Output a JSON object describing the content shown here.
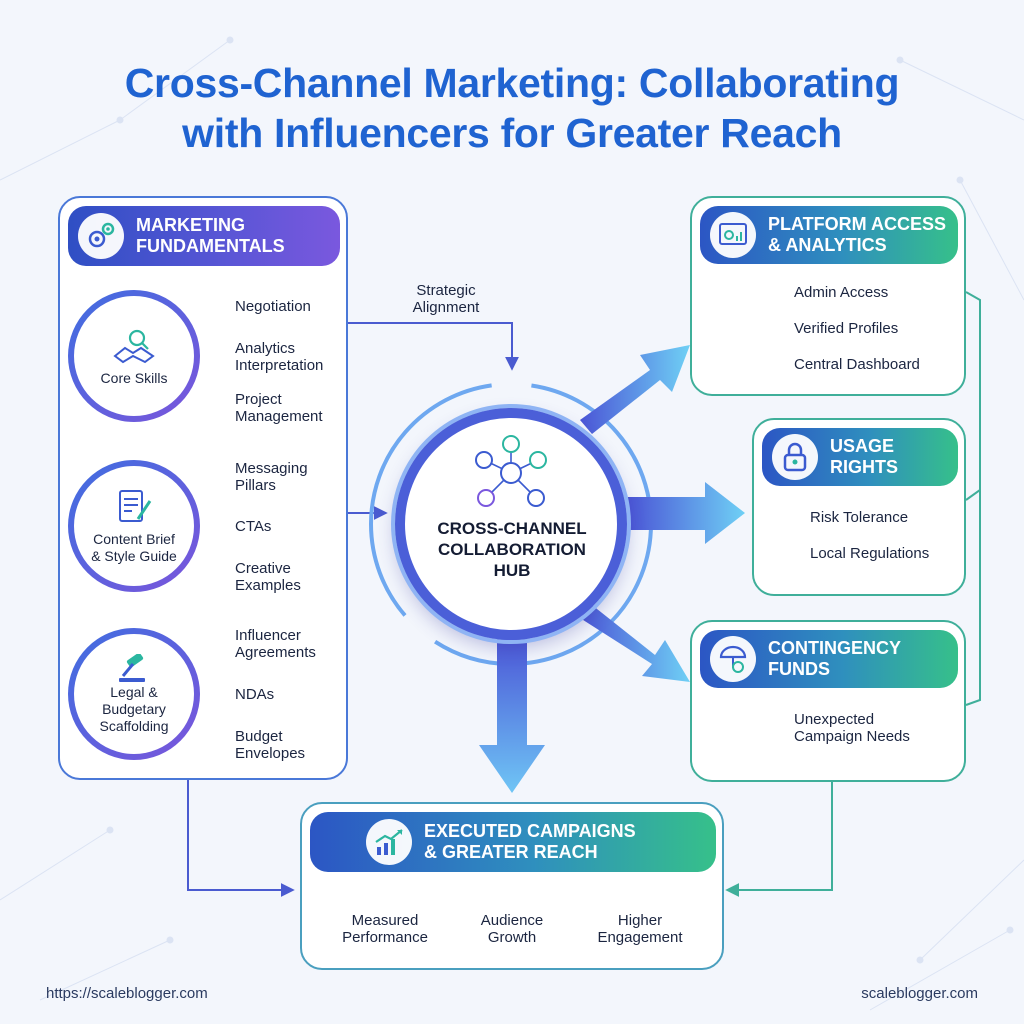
{
  "title": {
    "line1": "Cross-Channel Marketing: Collaborating",
    "line2": "with Influencers for Greater Reach"
  },
  "left_panel": {
    "header": {
      "line1": "MARKETING",
      "line2": "FUNDAMENTALS",
      "icon": "gears-icon"
    },
    "core_skills": {
      "label": "Core Skills",
      "icon": "handshake-search-icon",
      "items": [
        {
          "line1": "Negotiation",
          "line2": ""
        },
        {
          "line1": "Analytics",
          "line2": "Interpretation"
        },
        {
          "line1": "Project",
          "line2": "Management"
        }
      ]
    },
    "content_brief": {
      "label_line1": "Content Brief",
      "label_line2": "& Style Guide",
      "icon": "document-pen-icon",
      "items": [
        {
          "line1": "Messaging",
          "line2": "Pillars"
        },
        {
          "line1": "CTAs",
          "line2": ""
        },
        {
          "line1": "Creative",
          "line2": "Examples"
        }
      ]
    },
    "legal": {
      "label_line1": "Legal &",
      "label_line2": "Budgetary",
      "label_line3": "Scaffolding",
      "icon": "gavel-icon",
      "items": [
        {
          "line1": "Influencer",
          "line2": "Agreements"
        },
        {
          "line1": "NDAs",
          "line2": ""
        },
        {
          "line1": "Budget",
          "line2": "Envelopes"
        }
      ]
    }
  },
  "alignment_label": {
    "line1": "Strategic",
    "line2": "Alignment"
  },
  "hub": {
    "line1": "CROSS-CHANNEL",
    "line2": "COLLABORATION",
    "line3": "HUB",
    "icon": "social-network-icon"
  },
  "platform": {
    "header": {
      "line1": "PLATFORM ACCESS",
      "line2": "& ANALYTICS",
      "icon": "dashboard-icon"
    },
    "items": [
      "Admin Access",
      "Verified Profiles",
      "Central Dashboard"
    ]
  },
  "usage": {
    "header": {
      "line1": "USAGE",
      "line2": "RIGHTS",
      "icon": "lock-icon"
    },
    "items": [
      "Risk Tolerance",
      "Local Regulations"
    ]
  },
  "contingency": {
    "header": {
      "line1": "CONTINGENCY",
      "line2": "FUNDS",
      "icon": "umbrella-coins-icon"
    },
    "items": [
      {
        "line1": "Unexpected",
        "line2": "Campaign Needs"
      }
    ]
  },
  "executed": {
    "header": {
      "line1": "EXECUTED CAMPAIGNS",
      "line2": "& GREATER REACH",
      "icon": "growth-chart-icon"
    },
    "items": [
      {
        "line1": "Measured",
        "line2": "Performance"
      },
      {
        "line1": "Audience",
        "line2": "Growth"
      },
      {
        "line1": "Higher",
        "line2": "Engagement"
      }
    ]
  },
  "footer": {
    "left": "https://scaleblogger.com",
    "right": "scaleblogger.com"
  },
  "colors": {
    "title": "#1f63d1",
    "blue": "#4a78d8",
    "purple": "#7a58de",
    "green": "#36c08a",
    "teal_border": "#3faf9a"
  }
}
